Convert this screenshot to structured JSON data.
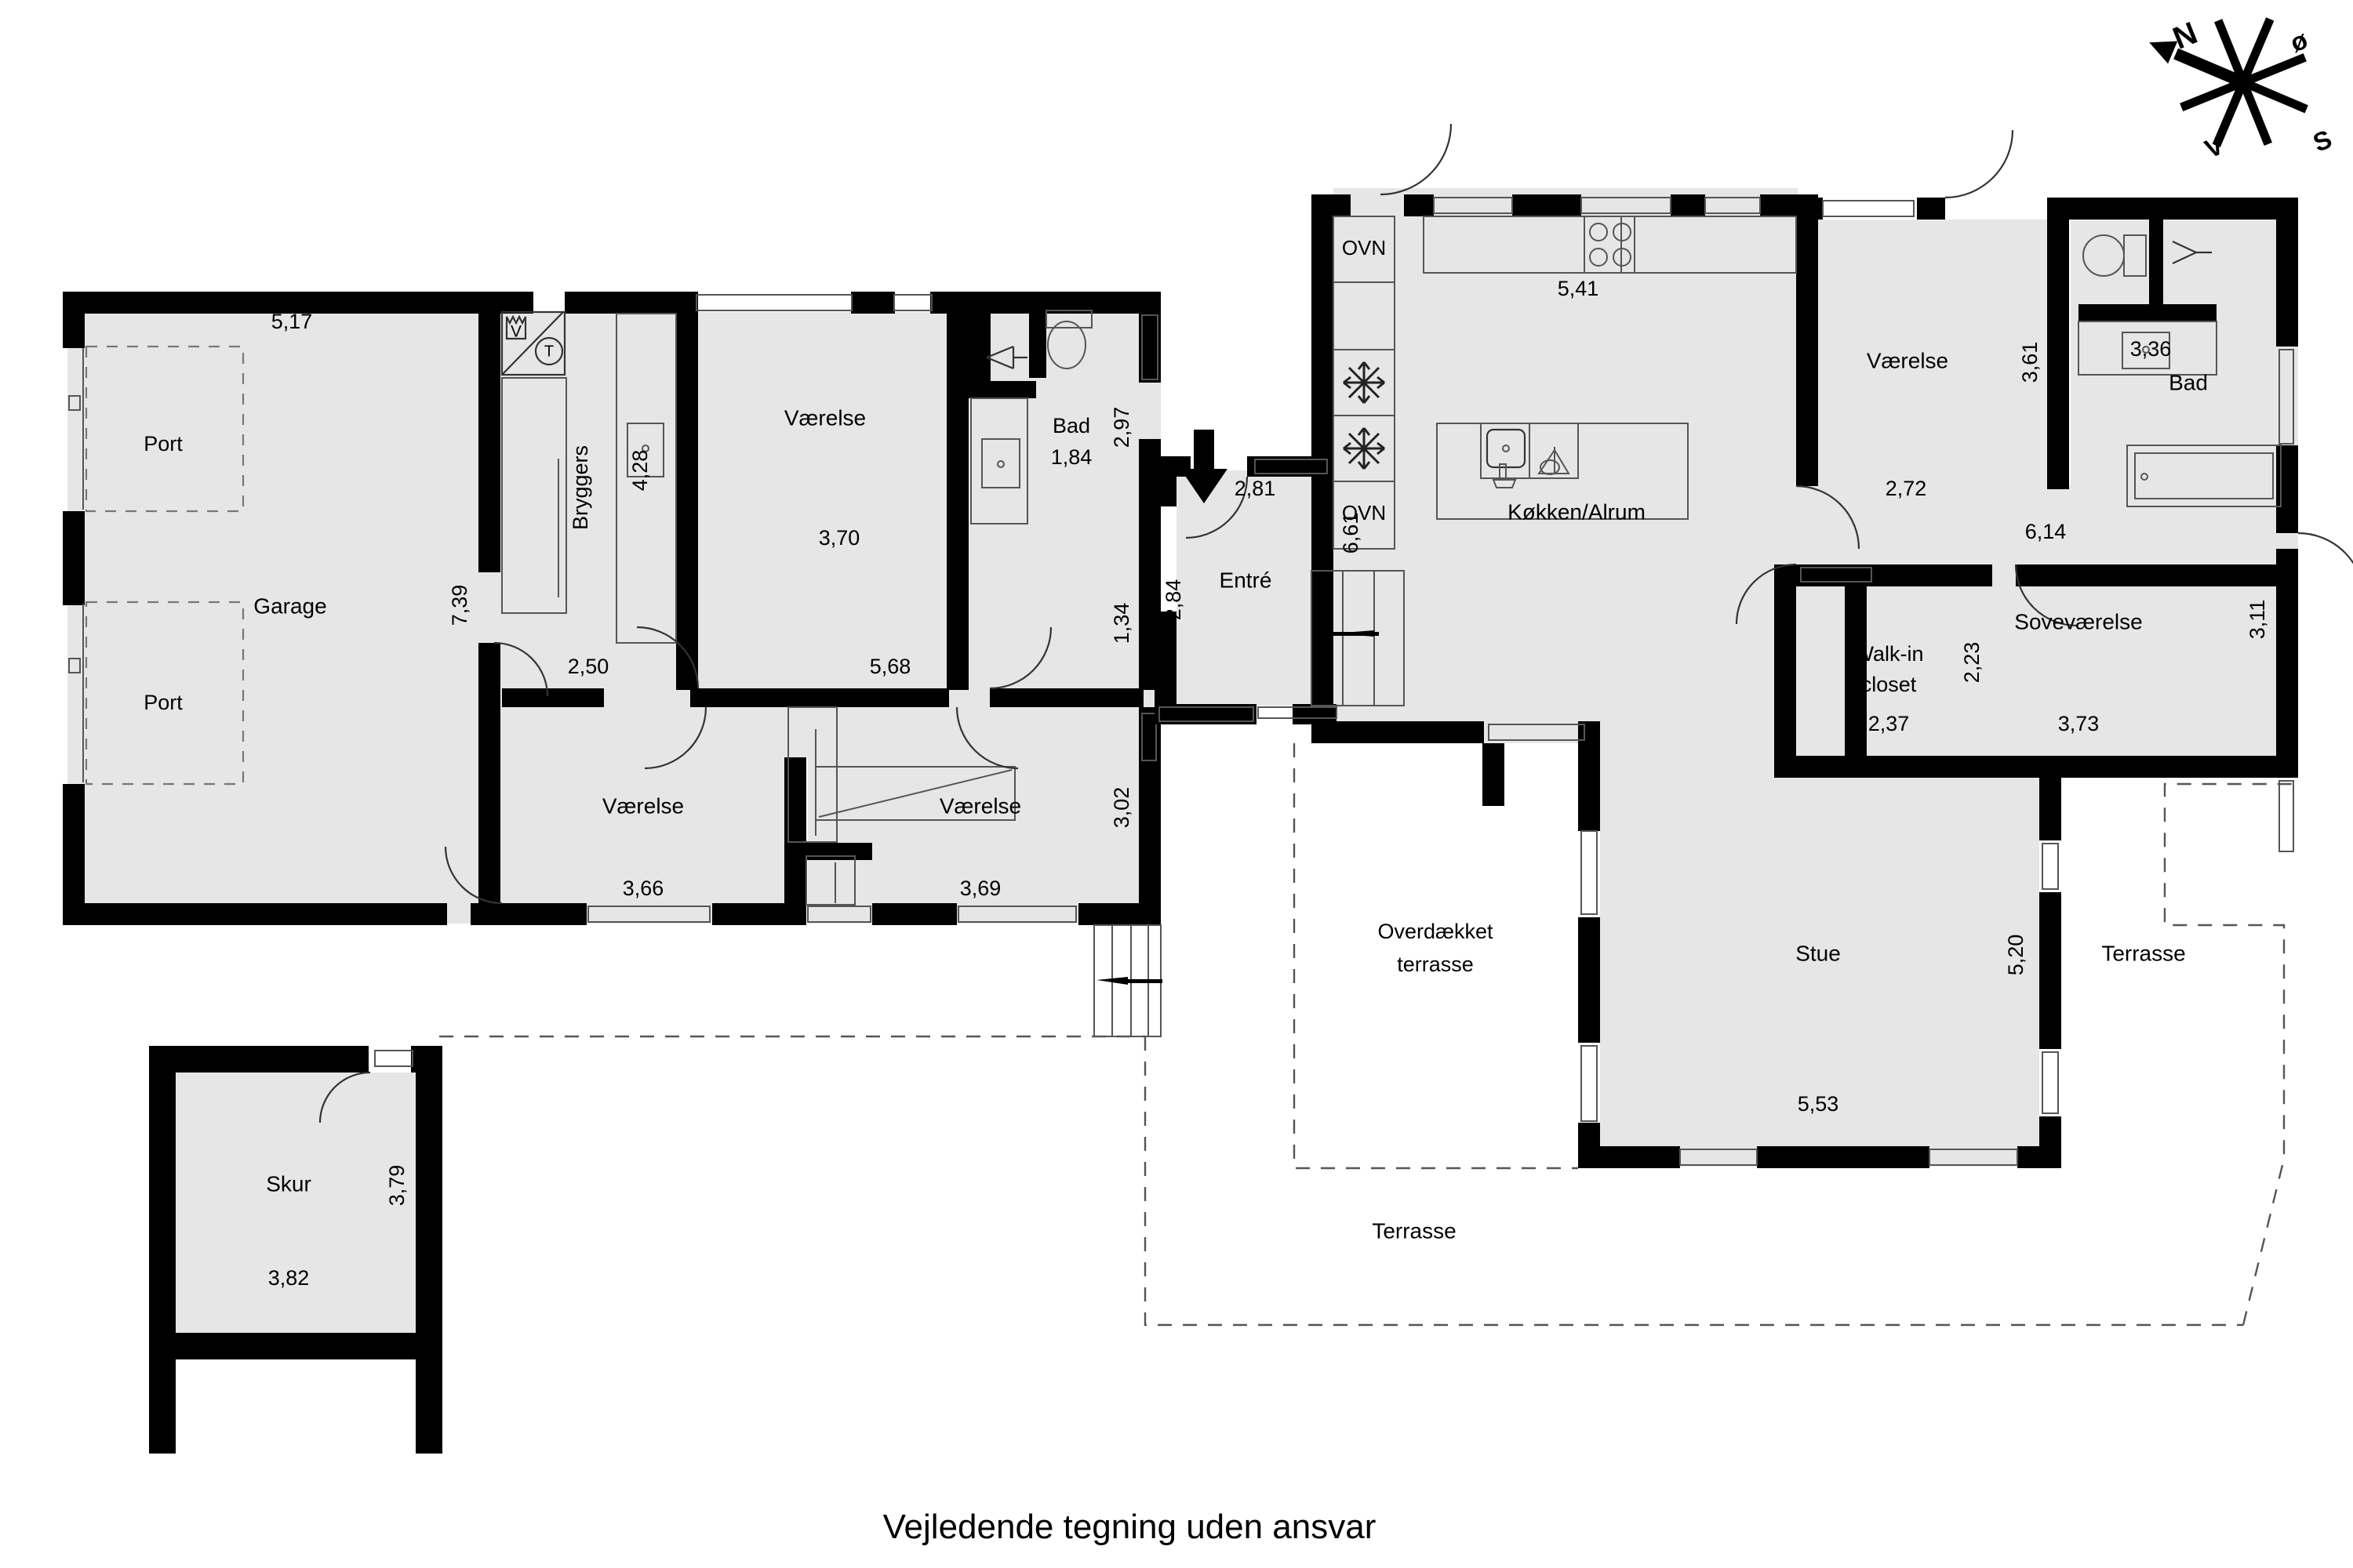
{
  "caption": "Vejledende tegning uden ansvar",
  "compass": {
    "north": "N",
    "east": "ø",
    "south": "S",
    "west": "V"
  },
  "appliances": {
    "washer": "V",
    "dryer": "T",
    "oven_top": "OVN",
    "oven_bottom": "OVN"
  },
  "rooms": {
    "garage": {
      "label": "Garage",
      "w": "5,17",
      "h": "7,39"
    },
    "port_top": {
      "label": "Port"
    },
    "port_bottom": {
      "label": "Port"
    },
    "bryggers": {
      "label": "Bryggers",
      "w": "2,50",
      "h": "4,28"
    },
    "vaerelse_top": {
      "label": "Værelse",
      "w": "3,70"
    },
    "bad_small": {
      "label": "Bad",
      "w": "1,84",
      "h": "2,97"
    },
    "hall": {
      "label": "",
      "w": "5,68",
      "h": "1,34"
    },
    "vaerelse_bl": {
      "label": "Værelse",
      "w": "3,66"
    },
    "vaerelse_br": {
      "label": "Værelse",
      "w": "3,69",
      "h": "3,02"
    },
    "entre": {
      "label": "Entré",
      "w": "2,81",
      "h": "2,84"
    },
    "kokken": {
      "label": "Køkken/Alrum",
      "w": "5,41",
      "h": "6,61"
    },
    "vaerelse_r": {
      "label": "Værelse",
      "w": "2,72"
    },
    "bad_big": {
      "label": "Bad",
      "w": "3,36",
      "h": "3,61",
      "h2": "6,14"
    },
    "walkin": {
      "label": "Walk-in closet",
      "w": "2,37",
      "h": "2,23"
    },
    "sove": {
      "label": "Soveværelse",
      "w": "3,73",
      "h": "3,11"
    },
    "stue": {
      "label": "Stue",
      "w": "5,53",
      "h": "5,20"
    },
    "overdaekket": {
      "label": "Overdækket terrasse",
      "line1": "Overdækket",
      "line2": "terrasse"
    },
    "terrasse_right": {
      "label": "Terrasse"
    },
    "terrasse_bottom": {
      "label": "Terrasse"
    },
    "skur": {
      "label": "Skur",
      "w": "3,82",
      "h": "3,79"
    }
  },
  "colors": {
    "wall": "#000000",
    "room_fill": "#e6e6e6",
    "white": "#ffffff",
    "text": "#000000"
  }
}
